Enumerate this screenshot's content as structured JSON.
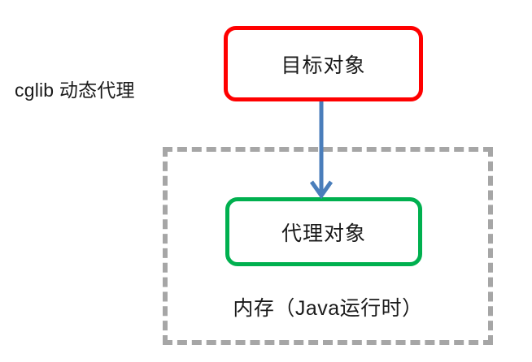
{
  "diagram": {
    "title_caption": "cglib 动态代理",
    "nodes": [
      {
        "id": "target-object",
        "label": "目标对象",
        "border_color": "#ff0000",
        "fill_color": "#ffffff"
      },
      {
        "id": "proxy-object",
        "label": "代理对象",
        "border_color": "#00b04f",
        "fill_color": "#ffffff"
      }
    ],
    "container": {
      "id": "memory-container",
      "label": "内存（Java运行时）",
      "border_color": "#a6a6a6",
      "border_style": "dashed"
    },
    "edges": [
      {
        "id": "target-to-proxy",
        "from": "target-object",
        "to": "proxy-object",
        "color": "#4a7ebb",
        "arrowhead": "open-v",
        "label": ""
      }
    ],
    "background_color": "#ffffff",
    "text_color": "#1a1a1a"
  }
}
